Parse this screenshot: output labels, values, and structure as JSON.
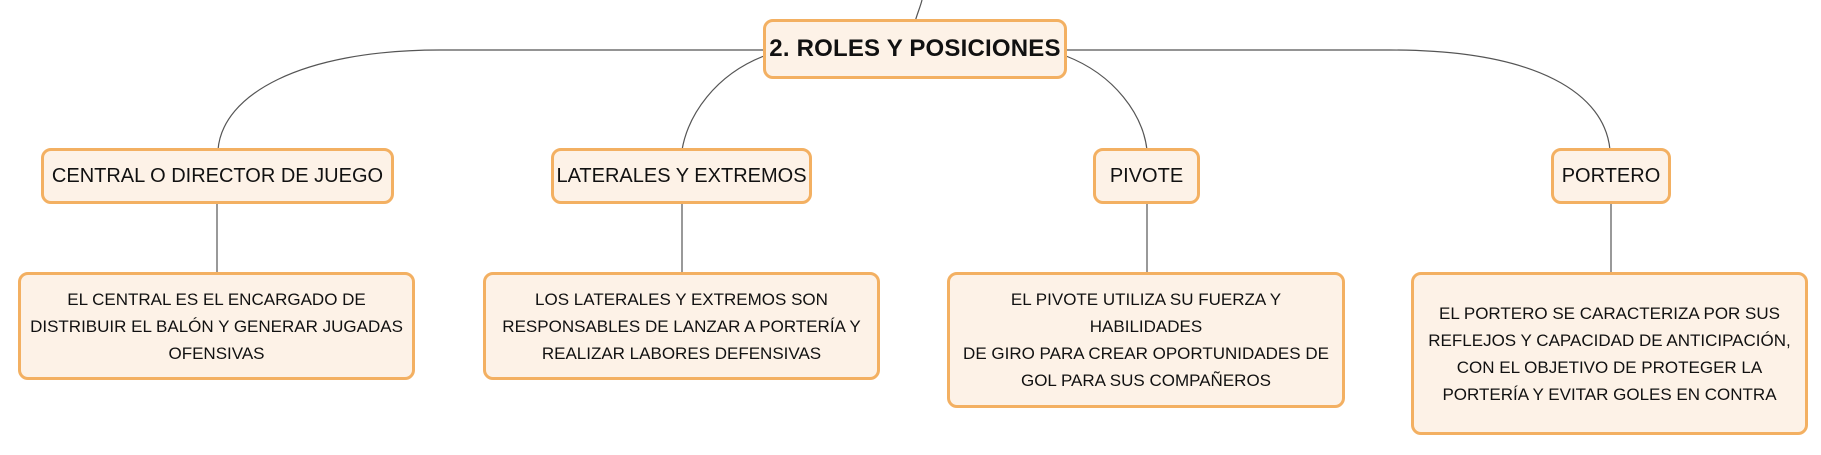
{
  "diagram": {
    "root": {
      "label": "2. ROLES Y POSICIONES"
    },
    "branches": [
      {
        "label": "CENTRAL O DIRECTOR DE JUEGO",
        "detail": [
          "EL CENTRAL ES EL ENCARGADO DE",
          "DISTRIBUIR EL BALÓN Y GENERAR JUGADAS",
          "OFENSIVAS"
        ]
      },
      {
        "label": "LATERALES Y EXTREMOS",
        "detail": [
          "LOS LATERALES Y EXTREMOS SON",
          "RESPONSABLES DE LANZAR A PORTERÍA Y",
          "REALIZAR LABORES DEFENSIVAS"
        ]
      },
      {
        "label": "PIVOTE",
        "detail": [
          "EL PIVOTE UTILIZA SU FUERZA Y HABILIDADES",
          "DE GIRO PARA CREAR OPORTUNIDADES DE",
          "GOL PARA SUS COMPAÑEROS"
        ]
      },
      {
        "label": "PORTERO",
        "detail": [
          "EL PORTERO SE CARACTERIZA POR SUS",
          "REFLEJOS Y CAPACIDAD DE ANTICIPACIÓN,",
          "CON EL OBJETIVO DE PROTEGER LA",
          "PORTERÍA Y EVITAR GOLES EN CONTRA"
        ]
      }
    ]
  },
  "colors": {
    "node_fill": "#fdf2e7",
    "node_border": "#f3b062",
    "connector": "#555555"
  }
}
